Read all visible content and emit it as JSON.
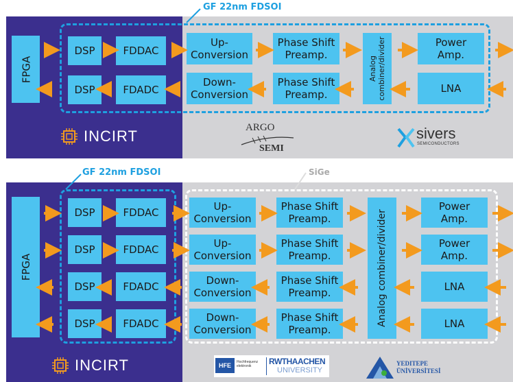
{
  "colors": {
    "purple": "#3b2f8e",
    "gray": "#d3d3d6",
    "block": "#4dc3f0",
    "arrow": "#f39a1e",
    "dash_blue": "#1ea0e0"
  },
  "top": {
    "label_fdsoi": "GF 22nm FDSOI",
    "fpga": "FPGA",
    "dsp1": "DSP",
    "fddac": "FDDAC",
    "dsp2": "DSP",
    "fdadc": "FDADC",
    "upconv": "Up-\nConversion",
    "downconv": "Down-\nConversion",
    "ps1": "Phase Shift\nPreamp.",
    "ps2": "Phase Shift\nPreamp.",
    "combiner": "Analog\ncombiner/divider",
    "pa": "Power\nAmp.",
    "lna": "LNA",
    "logo_incirt": "INCIRT",
    "logo_argo_1": "ARGO",
    "logo_argo_2": "SEMI",
    "logo_sivers": "sivers",
    "logo_sivers_sub": "SEMICONDUCTORS"
  },
  "bottom": {
    "label_fdsoi": "GF 22nm FDSOI",
    "label_sige": "SiGe",
    "fpga": "FPGA",
    "dsp": [
      "DSP",
      "DSP",
      "DSP",
      "DSP"
    ],
    "conv": [
      "FDDAC",
      "FDDAC",
      "FDADC",
      "FDADC"
    ],
    "updown": [
      "Up-\nConversion",
      "Up-\nConversion",
      "Down-\nConversion",
      "Down-\nConversion"
    ],
    "ps": [
      "Phase Shift\nPreamp.",
      "Phase Shift\nPreamp.",
      "Phase Shift\nPreamp.",
      "Phase Shift\nPreamp."
    ],
    "combiner": "Analog combiner/divider",
    "amp": [
      "Power\nAmp.",
      "Power\nAmp.",
      "LNA",
      "LNA"
    ],
    "logo_incirt": "INCIRT",
    "logo_hfe": "HFE",
    "logo_hfe_sub": "Hochfrequenz\nelektronik",
    "logo_rwth_1": "RWTHAACHEN",
    "logo_rwth_2": "UNIVERSITY",
    "logo_yeditepe_1": "YEDITEPE",
    "logo_yeditepe_2": "ÜNİVERSİTESİ"
  }
}
